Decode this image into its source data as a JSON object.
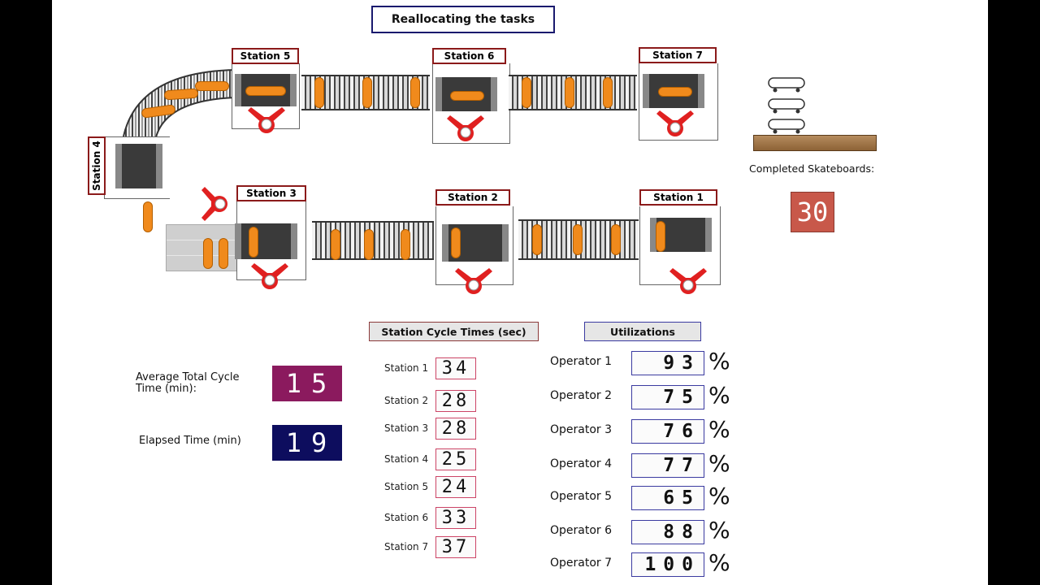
{
  "title": "Reallocating the tasks",
  "stations": {
    "s1": "Station 1",
    "s2": "Station 2",
    "s3": "Station 3",
    "s4": "Station 4",
    "s5": "Station 5",
    "s6": "Station 6",
    "s7": "Station 7"
  },
  "completed": {
    "label": "Completed Skateboards:",
    "value": "30"
  },
  "avg_cycle": {
    "label": "Average Total Cycle Time (min):",
    "value": "15"
  },
  "elapsed": {
    "label": "Elapsed Time (min)",
    "value": "19"
  },
  "cycle_panel": {
    "header": "Station Cycle Times (sec)",
    "rows": [
      {
        "label": "Station 1",
        "value": "34"
      },
      {
        "label": "Station 2",
        "value": "28"
      },
      {
        "label": "Station 3",
        "value": "28"
      },
      {
        "label": "Station 4",
        "value": "25"
      },
      {
        "label": "Station 5",
        "value": "24"
      },
      {
        "label": "Station 6",
        "value": "33"
      },
      {
        "label": "Station 7",
        "value": "37"
      }
    ]
  },
  "util_panel": {
    "header": "Utilizations",
    "percent_sign": "%",
    "rows": [
      {
        "label": "Operator 1",
        "value": "93"
      },
      {
        "label": "Operator 2",
        "value": "75"
      },
      {
        "label": "Operator 3",
        "value": "76"
      },
      {
        "label": "Operator 4",
        "value": "77"
      },
      {
        "label": "Operator 5",
        "value": "65"
      },
      {
        "label": "Operator 6",
        "value": "88"
      },
      {
        "label": "Operator 7",
        "value": "100"
      }
    ]
  },
  "colors": {
    "completed_bg": "#c8584a",
    "avg_bg": "#8b1a5e",
    "elapsed_bg": "#0d0d5e",
    "board": "#f08a1c",
    "operator": "#e02020"
  }
}
